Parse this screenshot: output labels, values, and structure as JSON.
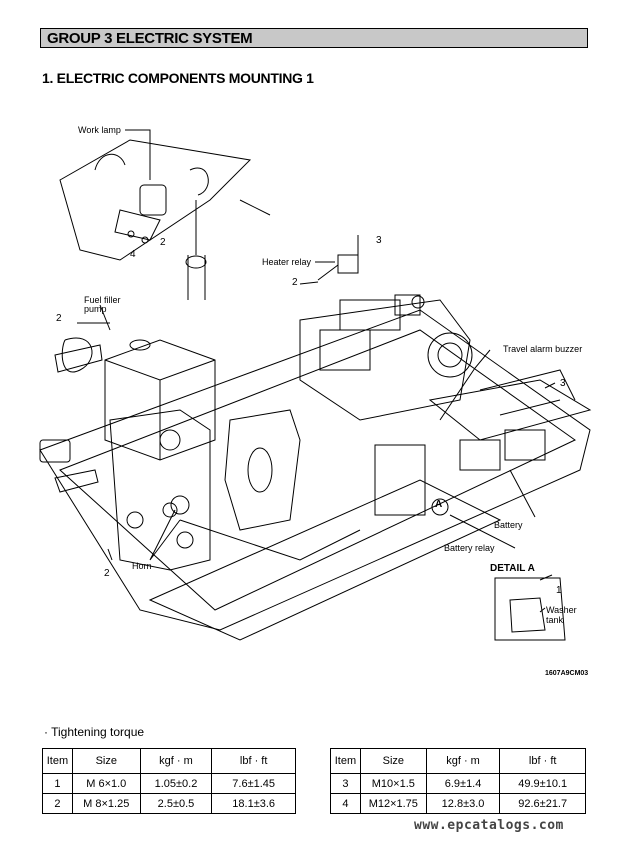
{
  "header": {
    "group_title": "GROUP  3  ELECTRIC SYSTEM",
    "section_title": "1. ELECTRIC COMPONENTS MOUNTING 1"
  },
  "diagram": {
    "labels": {
      "work_lamp": "Work lamp",
      "heater_relay": "Heater relay",
      "fuel_filler_pump": "Fuel filler pump",
      "travel_alarm_buzzer": "Travel alarm buzzer",
      "battery": "Battery",
      "battery_relay": "Battery relay",
      "horn": "Horn",
      "detail_a": "DETAIL  A",
      "washer_tank": "Washer tank",
      "callout_a": "A"
    },
    "callout_numbers": {
      "n2_worklamp": "2",
      "n4_worklamp": "4",
      "n3_heater": "3",
      "n2_heater": "2",
      "n2_fuel": "2",
      "n3_battery": "3",
      "n2_horn": "2",
      "n1_detail": "1"
    },
    "drawing_id": "1607A9CM03"
  },
  "torque": {
    "title": "· Tightening torque",
    "headers": [
      "Item",
      "Size",
      "kgf · m",
      "lbf · ft"
    ],
    "rows_left": [
      [
        "1",
        "M 6×1.0",
        "1.05±0.2",
        "7.6±1.45"
      ],
      [
        "2",
        "M 8×1.25",
        "2.5±0.5",
        "18.1±3.6"
      ]
    ],
    "rows_right": [
      [
        "3",
        "M10×1.5",
        "6.9±1.4",
        "49.9±10.1"
      ],
      [
        "4",
        "M12×1.75",
        "12.8±3.0",
        "92.6±21.7"
      ]
    ]
  },
  "footer": {
    "watermark": "www.epcatalogs.com"
  }
}
